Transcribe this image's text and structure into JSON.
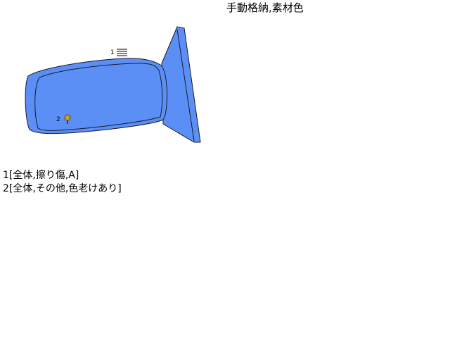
{
  "header": {
    "description": "手動格納,素材色"
  },
  "diagram": {
    "part_fill": "#5b8ff5",
    "outline_color": "#1a1a2e",
    "marker_color": "#d4a017",
    "callouts": [
      {
        "number": "1",
        "icon": "lines-icon"
      },
      {
        "number": "2",
        "icon": "damage-marker-icon"
      }
    ]
  },
  "legend": {
    "items": [
      {
        "text": "1[全体,擦り傷,A]"
      },
      {
        "text": "2[全体,その他,色老けあり]"
      }
    ]
  }
}
